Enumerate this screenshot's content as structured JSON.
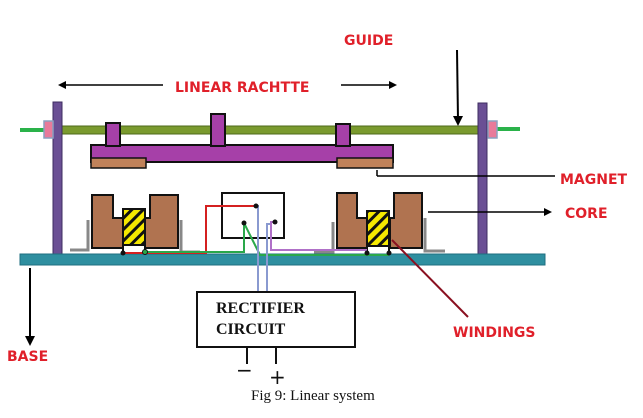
{
  "diagram": {
    "title": "Linear system",
    "labels": {
      "guide": "GUIDE",
      "linear_ratchet": "LINEAR RACHTTE",
      "magnet": "MAGNET",
      "core": "CORE",
      "windings": "WINDINGS",
      "base": "BASE"
    },
    "rectifier": {
      "line1": "RECTIFIER",
      "line2": "CIRCUIT",
      "minus": "−",
      "plus": "+"
    },
    "caption": "Fig 9: Linear system",
    "colors": {
      "label_red": "#e0202a",
      "guide_rod": "#7a9a2e",
      "guide_end": "#2ab24a",
      "support": "#6a4f94",
      "ratchet": "#a640a8",
      "magnet": "#c0825a",
      "core": "#b07350",
      "winding_yellow": "#f5e800",
      "base": "#2f8fa0",
      "wire_red": "#d42020",
      "wire_green": "#2aa84a",
      "wire_purple": "#b070c8",
      "wire_blue": "#8a9ad0",
      "winding_pointer": "#8a1020"
    }
  }
}
